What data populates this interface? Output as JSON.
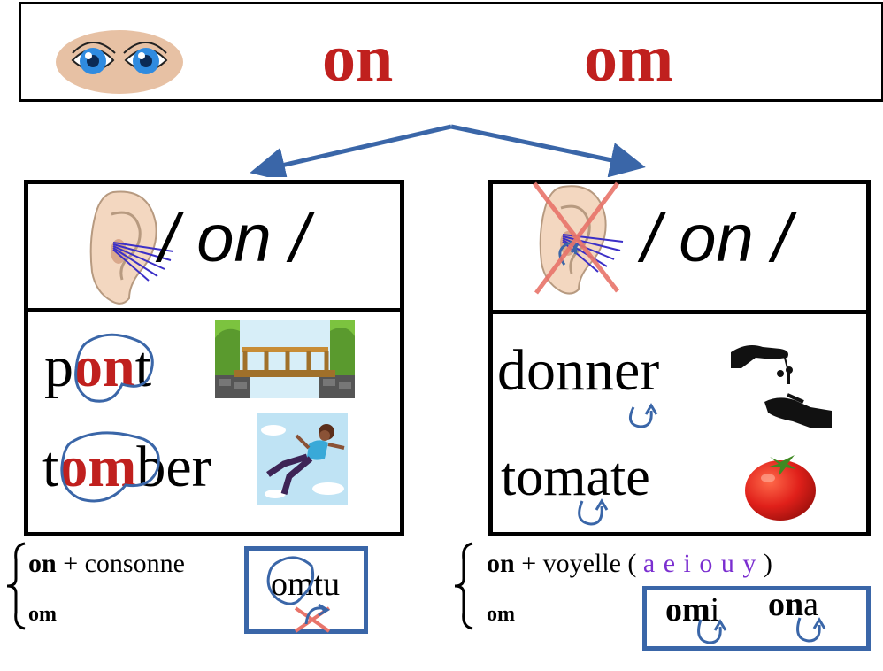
{
  "header": {
    "grapheme_1": "on",
    "grapheme_2": "om",
    "eyes_icon": "eyes-icon"
  },
  "left": {
    "sound_label": "/ on /",
    "ear_icon": "ear-hearing-icon",
    "word_1": {
      "before": "p",
      "highlight": "on",
      "after": "t",
      "image": "bridge-image"
    },
    "word_2": {
      "before": "t",
      "highlight": "om",
      "after": "ber",
      "image": "falling-person-image"
    },
    "rule_line_1": {
      "bold": "on",
      "rest": " + consonne"
    },
    "rule_line_2": "om",
    "example": "omtu"
  },
  "right": {
    "sound_label": "/ on /",
    "ear_icon": "ear-crossed-out-icon",
    "word_1": {
      "text": "donner",
      "image": "hands-giving-keys-image"
    },
    "word_2": {
      "text": "tomate",
      "image": "tomato-image"
    },
    "rule_line_1": {
      "bold": "on",
      "rest": " + voyelle ( ",
      "vowels": "a e i o u y",
      "close": " )"
    },
    "rule_line_2": "om",
    "example_1": {
      "bold": "om",
      "rest": "i"
    },
    "example_2": {
      "bold": "on",
      "rest": "a"
    }
  },
  "colors": {
    "red": "#c0201e",
    "blue": "#3a66a8",
    "vowels": "#7b2fd0",
    "cross": "#e8746a"
  }
}
